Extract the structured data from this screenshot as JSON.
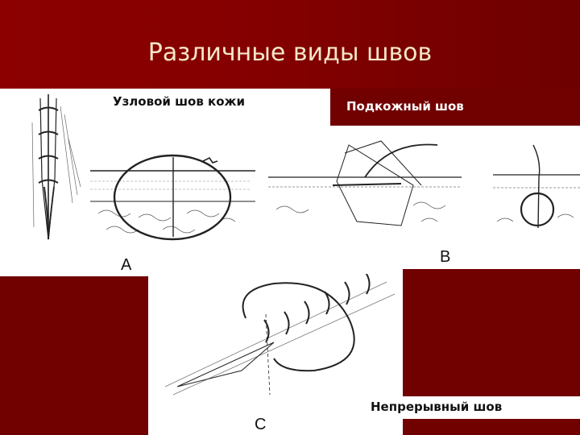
{
  "slide": {
    "title": "Различные виды швов",
    "colors": {
      "background": "#800000",
      "title_text": "#f6e7c8",
      "panel": "#ffffff",
      "dark_block": "#710000"
    }
  },
  "figures": [
    {
      "id": "A",
      "label": "Узловой шов кожи",
      "letter": "А",
      "description": "interrupted skin suture: vertical wound with knots and cross-section loop through skin layers"
    },
    {
      "id": "B",
      "label": "Подкожный шов",
      "letter": "В",
      "description": "subcutaneous suture cross-sections"
    },
    {
      "id": "C",
      "label": "Непрерывный шов",
      "letter": "С",
      "description": "continuous suture along a wound"
    }
  ]
}
